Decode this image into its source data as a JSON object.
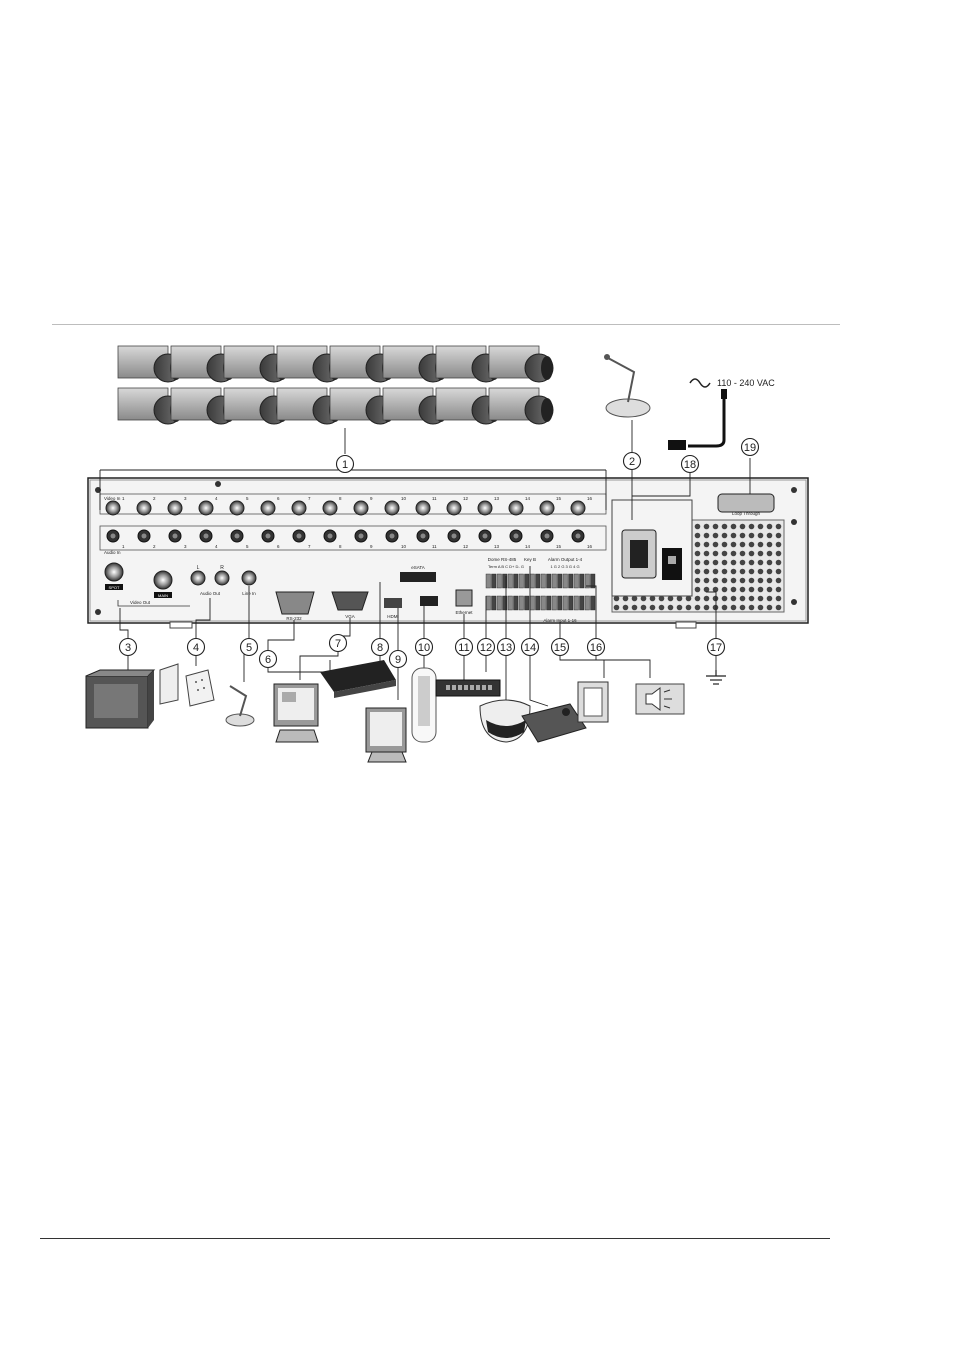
{
  "power_label": "110 - 240 VAC",
  "panel_labels": {
    "video_in": "Video In",
    "audio_in": "Audio In",
    "spot": "SPOT",
    "main": "MAIN",
    "video_out": "Video Out",
    "audio_out": "Audio Out",
    "line_in": "Line In",
    "rs232": "RS-232",
    "vga": "VGA",
    "esata": "eSATA",
    "hdmi": "HDMI",
    "ethernet": "Ethernet",
    "dome_rs485": "Dome RS-485",
    "term_row": "Term A B C D+ D- G",
    "key": "Key B",
    "alarm_output": "Alarm Output 1-4",
    "alarm_output_row": "1 G 2 G 3 G 4 G",
    "alarm_input": "Alarm Input 1-16",
    "loop_through": "Loop Through",
    "audio_out_l": "L",
    "audio_out_r": "R"
  },
  "channel_numbers": [
    "1",
    "2",
    "3",
    "4",
    "5",
    "6",
    "7",
    "8",
    "9",
    "10",
    "11",
    "12",
    "13",
    "14",
    "15",
    "16"
  ],
  "callouts": [
    "1",
    "2",
    "3",
    "4",
    "5",
    "6",
    "7",
    "8",
    "9",
    "10",
    "11",
    "12",
    "13",
    "14",
    "15",
    "16",
    "17",
    "18",
    "19"
  ],
  "icons": [
    "camera-icon",
    "microphone-icon",
    "power-cable-icon",
    "monitor-icon",
    "speaker-icon",
    "pc-monitor-icon",
    "keyboard-controller-icon",
    "usb-drive-icon",
    "network-switch-icon",
    "dome-camera-icon",
    "ptz-keyboard-icon",
    "alarm-sensor-icon",
    "siren-icon",
    "ground-icon"
  ]
}
